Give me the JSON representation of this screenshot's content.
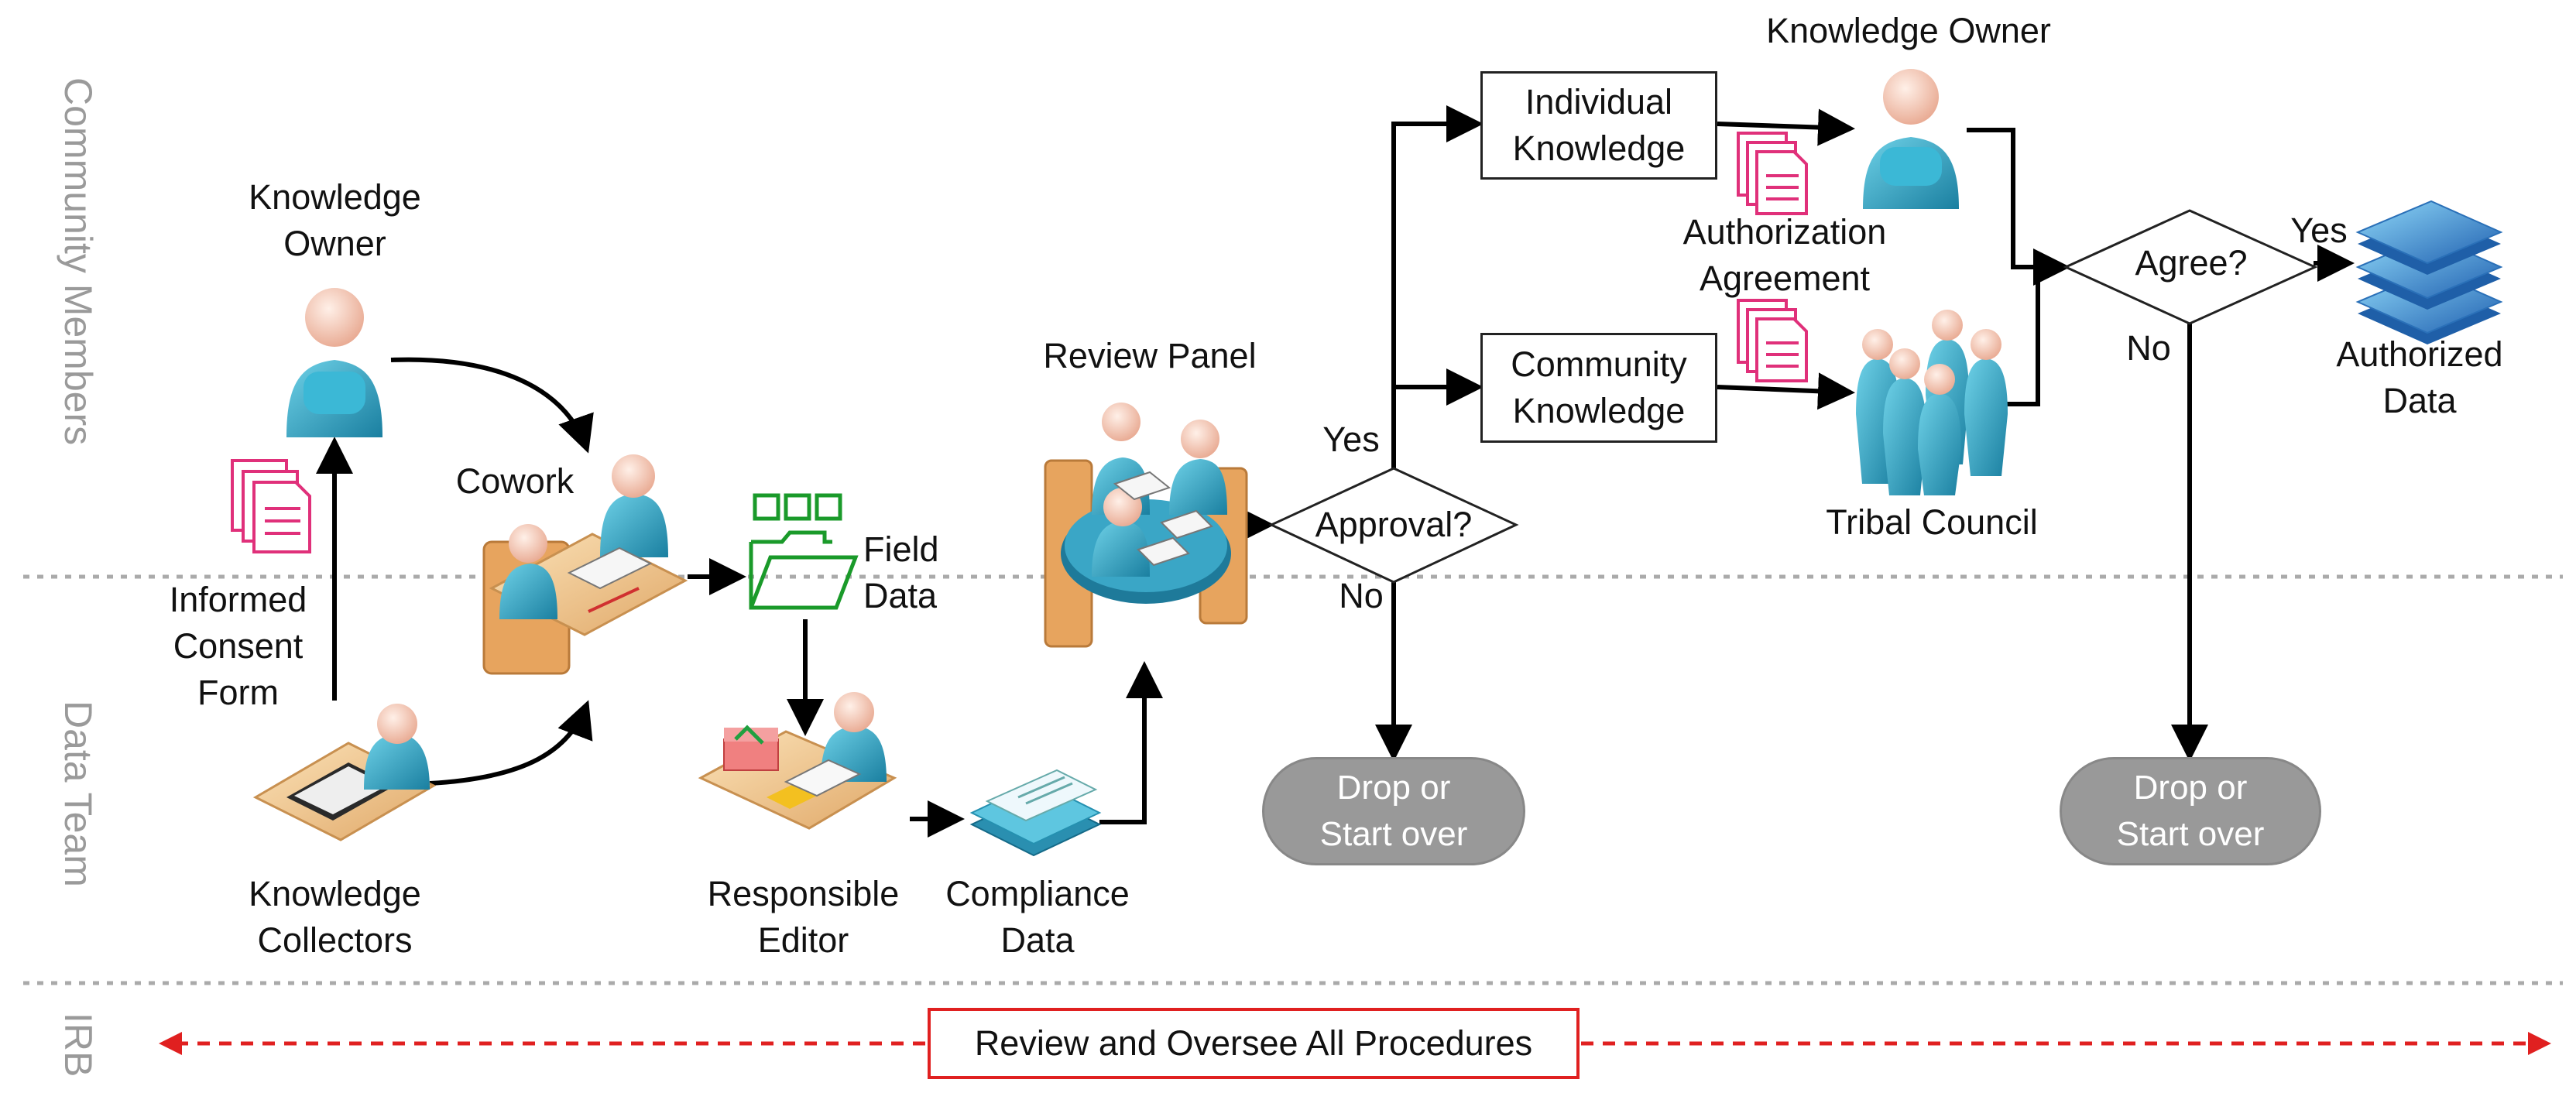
{
  "lanes": {
    "community": "Community Members",
    "data_team": "Data Team",
    "irb": "IRB"
  },
  "nodes": {
    "knowledge_owner_left": [
      "Knowledge",
      "Owner"
    ],
    "informed_consent": [
      "Informed",
      "Consent",
      "Form"
    ],
    "knowledge_collectors": [
      "Knowledge",
      "Collectors"
    ],
    "cowork": "Cowork",
    "field_data": [
      "Field",
      "Data"
    ],
    "responsible_editor": [
      "Responsible",
      "Editor"
    ],
    "compliance_data": [
      "Compliance",
      "Data"
    ],
    "review_panel": "Review Panel",
    "approval": "Approval?",
    "approval_yes": "Yes",
    "approval_no": "No",
    "drop_left": [
      "Drop or",
      "Start over"
    ],
    "individual_knowledge": [
      "Individual",
      "Knowledge"
    ],
    "community_knowledge": [
      "Community",
      "Knowledge"
    ],
    "knowledge_owner_right": "Knowledge Owner",
    "authorization_agreement": [
      "Authorization",
      "Agreement"
    ],
    "tribal_council": "Tribal Council",
    "agree": "Agree?",
    "agree_yes": "Yes",
    "agree_no": "No",
    "authorized_data": [
      "Authorized",
      "Data"
    ],
    "drop_right": [
      "Drop or",
      "Start over"
    ],
    "irb_box": "Review and Oversee All Procedures"
  },
  "colors": {
    "person_blue": "#2ba6c4",
    "doc_pink": "#e0307a",
    "folder_green": "#1a9a2a",
    "irb_red": "#e02020",
    "drop_gray": "#999999",
    "divider": "#aaaaaa"
  }
}
